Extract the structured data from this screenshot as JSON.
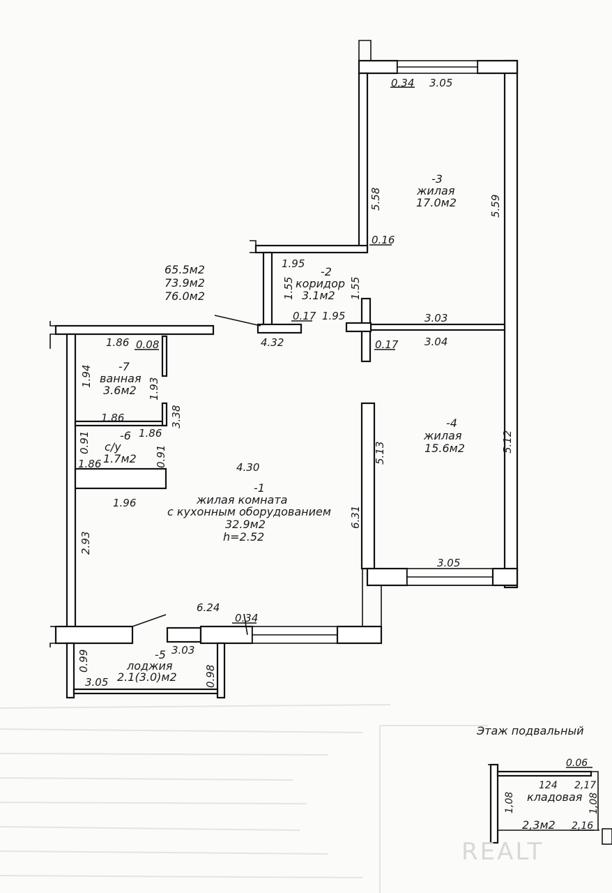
{
  "totals": {
    "area_1": "65.5м2",
    "area_2": "73.9м2",
    "area_3": "76.0м2"
  },
  "rooms": {
    "living_kitchen": {
      "number": "-1",
      "name_line1": "жилая комната",
      "name_line2": "с кухонным оборудованием",
      "area": "32.9м2",
      "height": "h=2.52"
    },
    "corridor": {
      "number": "-2",
      "name": "коридор",
      "area": "3.1м2"
    },
    "bedroom_3": {
      "number": "-3",
      "name": "жилая",
      "area": "17.0м2"
    },
    "bedroom_4": {
      "number": "-4",
      "name": "жилая",
      "area": "15.6м2"
    },
    "loggia": {
      "number": "-5",
      "name": "лоджия",
      "area": "2.1(3.0)м2"
    },
    "wc": {
      "number": "-6",
      "name": "с/у",
      "area": "1.7м2"
    },
    "bathroom": {
      "number": "-7",
      "name": "ванная",
      "area": "3.6м2"
    }
  },
  "dimensions": {
    "d034_top": "0.34",
    "d305_top": "3.05",
    "d558": "5.58",
    "d559": "5.59",
    "d016": "0.16",
    "d195_a": "1.95",
    "d155_a": "1.55",
    "d155_b": "1.55",
    "d017_a": "0.17",
    "d195_b": "1.95",
    "d432": "4.32",
    "d303": "3.03",
    "d304": "3.04",
    "d017_b": "0.17",
    "d186_a": "1.86",
    "d008": "0.08",
    "d194": "1.94",
    "d193": "1.93",
    "d338": "3.38",
    "d186_b": "1.86",
    "d186_c": "1.86",
    "d091_a": "0.91",
    "d091_b": "0.91",
    "d186_d": "1.86",
    "d430": "4.30",
    "d196": "1.96",
    "d513": "5.13",
    "d512": "5.12",
    "d631": "6.31",
    "d293": "2.93",
    "d305_mid": "3.05",
    "d624": "6.24",
    "d034_bot": "0.34",
    "d303_loggia": "3.03",
    "d099": "0.99",
    "d098": "0.98",
    "d305_loggia": "3.05"
  },
  "basement": {
    "title": "Этаж подвальный",
    "room": "кладовая",
    "area": "2,3м2",
    "d006": "0.06",
    "d124": "124",
    "d217": "2,17",
    "d108_a": "1,08",
    "d108_b": "1,08",
    "d216": "2,16"
  },
  "watermark": "REALT"
}
